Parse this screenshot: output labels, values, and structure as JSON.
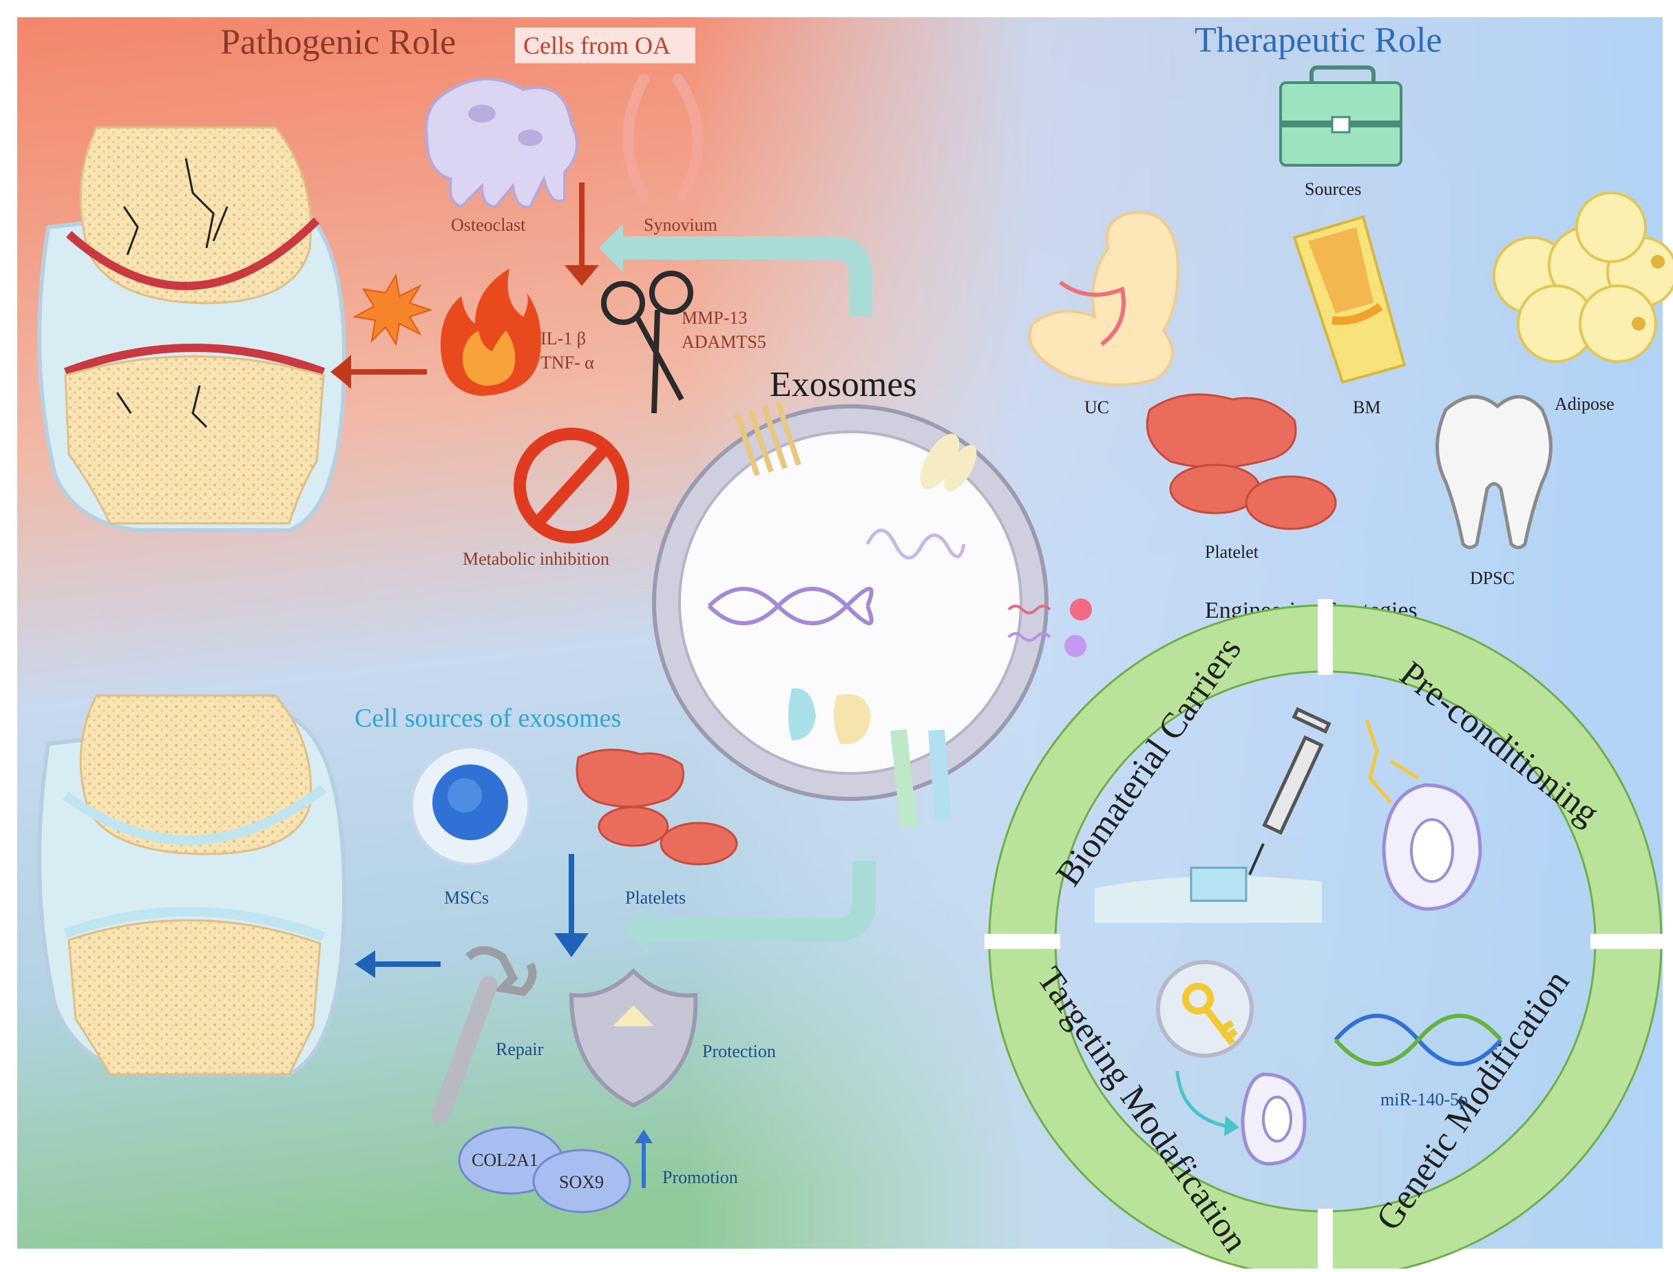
{
  "pathogenic": {
    "title": "Pathogenic Role",
    "badge": "Cells from OA",
    "osteoclast": "Osteoclast",
    "synovium": "Synovium",
    "cytokine_1": "IL-1 β",
    "cytokine_2": "TNF- α",
    "enzyme_1": "MMP-13",
    "enzyme_2": "ADAMTS5",
    "metabolic": "Metabolic inhibition"
  },
  "center": {
    "exosomes": "Exosomes"
  },
  "sources_cells": {
    "title": "Cell sources of exosomes",
    "mscs": "MSCs",
    "platelets": "Platelets",
    "repair": "Repair",
    "protection": "Protection",
    "col2a1": "COL2A1",
    "sox9": "SOX9",
    "promotion": "Promotion"
  },
  "therapeutic": {
    "title": "Therapeutic Role",
    "sources": "Sources",
    "uc": "UC",
    "bm": "BM",
    "adipose": "Adipose",
    "platelet": "Platelet",
    "dpsc": "DPSC",
    "engineering": "Engineering Strategies",
    "biomaterial": "Biomaterial Carriers",
    "preconditioning": "Pre-conditioning",
    "targeting": "Targeting Modafication",
    "genetic": "Genetic Modification",
    "mirna": "miR-140-5p"
  },
  "colors": {
    "pathogenic_text": "#8b3a2a",
    "therapeutic_blue": "#2a6ebb",
    "cell_sources_cyan": "#2aa7d8",
    "ring_green": "#b9e39a",
    "arrow_red": "#c23a1c",
    "arrow_blue": "#1f63b8",
    "arrow_teal": "#a9dcd6"
  },
  "icons": [
    "osteoclast-icon",
    "synovium-icon",
    "fire-icon",
    "scissors-icon",
    "prohibited-icon",
    "spark-icon",
    "toolbox-icon",
    "embryo-icon",
    "bone-marrow-icon",
    "adipose-icon",
    "platelet-icon",
    "tooth-icon",
    "msc-icon",
    "wrench-icon",
    "shield-icon",
    "syringe-icon",
    "cell-icon",
    "key-icon",
    "dna-icon"
  ]
}
